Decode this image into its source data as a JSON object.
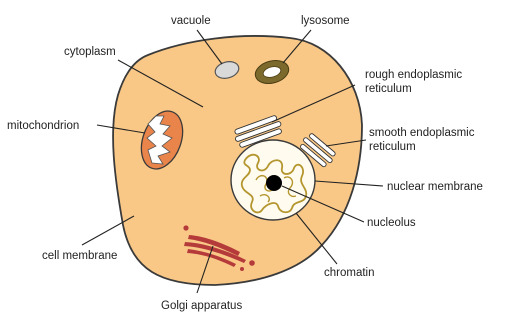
{
  "colors": {
    "cytoplasm_fill": "#F9C887",
    "membrane_stroke": "#3a3a3a",
    "mitochondrion_fill": "#E9844A",
    "vacuole_fill": "#D9D9D9",
    "lysosome_fill": "#7C6A2C",
    "nucleus_fill": "#FFFBEF",
    "chromatin_stroke": "#B4962E",
    "nucleolus_fill": "#000000",
    "golgi_fill": "#B53A3A",
    "label_color": "#222222"
  },
  "labels": {
    "vacuole": "vacuole",
    "lysosome": "lysosome",
    "cytoplasm": "cytoplasm",
    "rough_er_line1": "rough endoplasmic",
    "rough_er_line2": "reticulum",
    "mitochondrion": "mitochondrion",
    "smooth_er_line1": "smooth endoplasmic",
    "smooth_er_line2": "reticulum",
    "nuclear_membrane": "nuclear membrane",
    "nucleolus": "nucleolus",
    "cell_membrane": "cell membrane",
    "chromatin": "chromatin",
    "golgi": "Golgi apparatus"
  }
}
